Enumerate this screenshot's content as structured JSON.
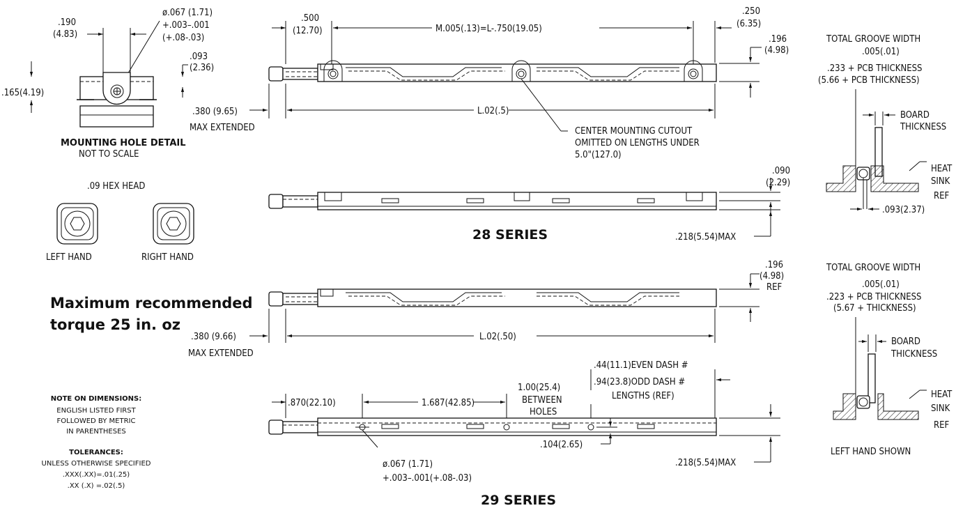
{
  "mounting_detail": {
    "dim_190_in": ".190",
    "dim_190_mm": "(4.83)",
    "dim_dia_in": "ø.067 (1.71)",
    "dim_tol_in": "+.003–.001",
    "dim_tol_mm": "(+.08-.03)",
    "dim_093_in": ".093",
    "dim_093_mm": "(2.36)",
    "dim_165": ".165(4.19)",
    "title": "MOUNTING HOLE DETAIL",
    "subtitle": "NOT TO SCALE"
  },
  "hex": {
    "title": ".09 HEX HEAD",
    "left": "LEFT HAND",
    "right": "RIGHT HAND"
  },
  "torque": {
    "line1": "Maximum recommended",
    "line2": "torque 25 in. oz"
  },
  "notes": {
    "dim_title": "NOTE ON DIMENSIONS:",
    "dim_l1": "ENGLISH LISTED FIRST",
    "dim_l2": "FOLLOWED BY METRIC",
    "dim_l3": "IN PARENTHESES",
    "tol_title": "TOLERANCES:",
    "tol_l1": "UNLESS OTHERWISE SPECIFIED",
    "tol_l2": ".XXX(.XX)=.01(.25)",
    "tol_l3": ".XX (.X) =.02(.5)"
  },
  "s28": {
    "d500_in": ".500",
    "d500_mm": "(12.70)",
    "dM": "M.005(.13)=L-.750(19.05)",
    "d250_in": ".250",
    "d250_mm": "(6.35)",
    "d196_in": ".196",
    "d196_mm": "(4.98)",
    "d380": ".380 (9.65)",
    "max_ext": "MAX EXTENDED",
    "dL": "L.02(.5)",
    "center_l1": "CENTER MOUNTING CUTOUT",
    "center_l2": "OMITTED ON LENGTHS UNDER",
    "center_l3": "5.0\"(127.0)",
    "d090_in": ".090",
    "d090_mm": "(2.29)",
    "d218": ".218(5.54)MAX",
    "series": "28 SERIES"
  },
  "s29": {
    "d196_in": ".196",
    "d196_mm": "(4.98)",
    "ref": "REF",
    "d380": ".380 (9.66)",
    "max_ext": "MAX EXTENDED",
    "dL": "L.02(.50)",
    "d44": ".44(11.1)EVEN DASH #",
    "d94": ".94(23.8)ODD DASH #",
    "lengths": "LENGTHS (REF)",
    "d870": ".870(22.10)",
    "d1687": "1.687(42.85)",
    "d100": "1.00(25.4)",
    "between": "BETWEEN",
    "holes": "HOLES",
    "d104": ".104(2.65)",
    "d218": ".218(5.54)MAX",
    "dia_in": "ø.067 (1.71)",
    "dia_tol": "+.003–.001(+.08-.03)",
    "series": "29 SERIES"
  },
  "groove28": {
    "t1": "TOTAL GROOVE WIDTH",
    "t2": ".005(.01)",
    "t3": ".233 + PCB THICKNESS",
    "t4": "(5.66 + PCB THICKNESS)",
    "board1": "BOARD",
    "board2": "THICKNESS",
    "heat": "HEAT",
    "sink": "SINK",
    "ref": "REF",
    "d093": ".093(2.37)"
  },
  "groove29": {
    "t1": "TOTAL GROOVE WIDTH",
    "t2": ".005(.01)",
    "t3": ".223 + PCB THICKNESS",
    "t4": "(5.67 + THICKNESS)",
    "board1": "BOARD",
    "board2": "THICKNESS",
    "heat": "HEAT",
    "sink": "SINK",
    "ref": "REF",
    "shown": "LEFT HAND SHOWN"
  }
}
